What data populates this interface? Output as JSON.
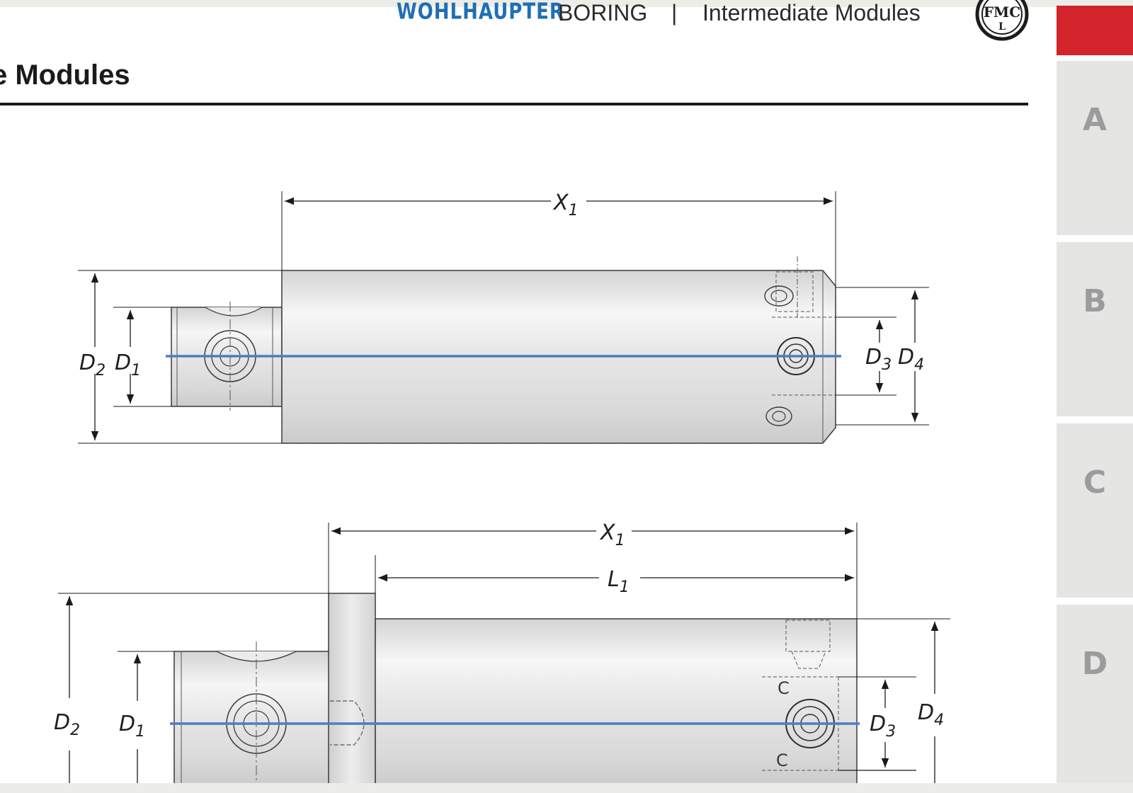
{
  "header": {
    "brand": "WOHLHAUPTER",
    "category": "BORING",
    "separator": "|",
    "section": "Intermediate Modules",
    "logo_text": "FMCL"
  },
  "page": {
    "title": "e Modules"
  },
  "side_tabs": [
    {
      "label": "A"
    },
    {
      "label": "B"
    },
    {
      "label": "C"
    },
    {
      "label": "D"
    }
  ],
  "drawing_top": {
    "labels": {
      "x1": "X",
      "x1_sub": "1",
      "d1": "D",
      "d1_sub": "1",
      "d2": "D",
      "d2_sub": "2",
      "d3": "D",
      "d3_sub": "3",
      "d4": "D",
      "d4_sub": "4"
    }
  },
  "drawing_bottom": {
    "labels": {
      "x1": "X",
      "x1_sub": "1",
      "l1": "L",
      "l1_sub": "1",
      "d1": "D",
      "d1_sub": "1",
      "d2": "D",
      "d2_sub": "2",
      "d3": "D",
      "d3_sub": "3",
      "d4": "D",
      "d4_sub": "4"
    }
  },
  "colors": {
    "brand": "#1f6fb5",
    "accent_tab": "#d3232b",
    "axis": "#4a7fc1",
    "tab_bg": "#e5e5e3"
  }
}
